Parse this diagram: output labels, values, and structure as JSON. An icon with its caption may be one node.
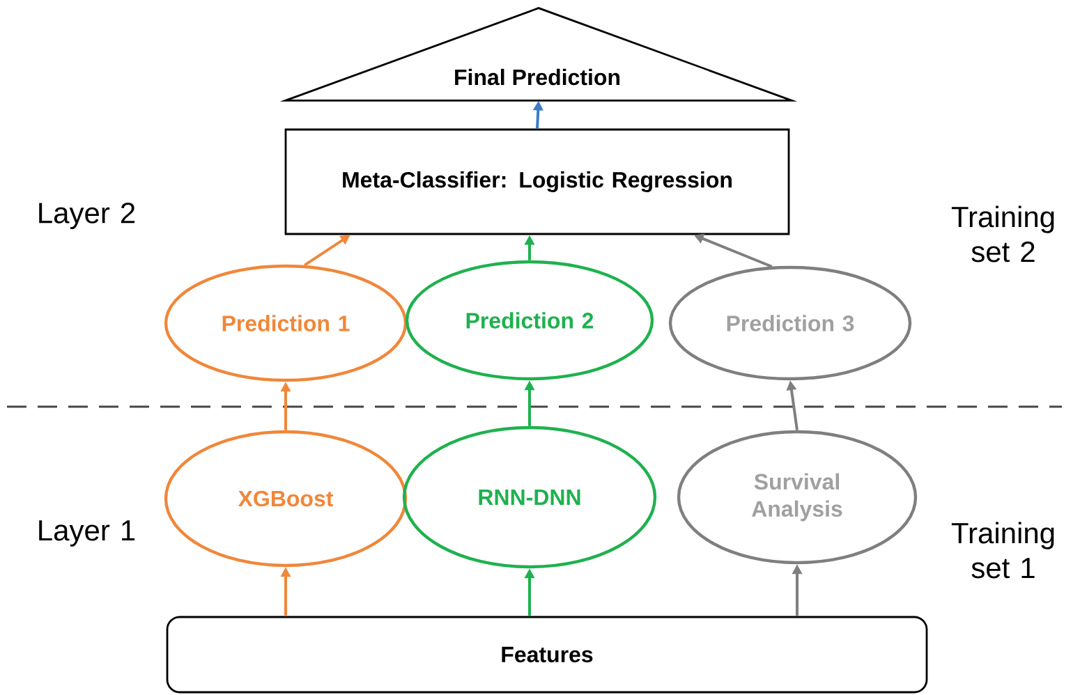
{
  "diagram": {
    "nodes": [
      {
        "text": [
          "Final Prediction"
        ]
      },
      {
        "text": [
          "Meta-Classifier: Logistic Regression"
        ]
      },
      {
        "text": [
          "Prediction 1"
        ]
      },
      {
        "text": [
          "Prediction 2"
        ]
      },
      {
        "text": [
          "Prediction 3"
        ]
      },
      {
        "text": [
          "XGBoost"
        ]
      },
      {
        "text": [
          "RNN-DNN"
        ]
      },
      {
        "text": [
          "Survival Analysis"
        ]
      },
      {
        "text": [
          "Features"
        ]
      }
    ],
    "edges": [
      {
        "from": 8,
        "to": 5,
        "arrow": "to",
        "color": "#f0873a"
      },
      {
        "from": 8,
        "to": 6,
        "arrow": "to",
        "color": "#1fb14f"
      },
      {
        "from": 8,
        "to": 7,
        "arrow": "to",
        "color": "#7f7f7f"
      },
      {
        "from": 5,
        "to": 2,
        "arrow": "to",
        "color": "#f0873a"
      },
      {
        "from": 6,
        "to": 3,
        "arrow": "to",
        "color": "#1fb14f"
      },
      {
        "from": 7,
        "to": 4,
        "arrow": "to",
        "color": "#7f7f7f"
      },
      {
        "from": 2,
        "to": 1,
        "arrow": "to",
        "color": "#f0873a"
      },
      {
        "from": 3,
        "to": 1,
        "arrow": "to",
        "color": "#1fb14f"
      },
      {
        "from": 4,
        "to": 1,
        "arrow": "to",
        "color": "#7f7f7f"
      },
      {
        "from": 1,
        "to": 0,
        "arrow": "to",
        "color": "#3c7cc6"
      }
    ],
    "labels": [
      "Layer 2",
      "Training set 2",
      "Layer 1",
      "Training set 1"
    ]
  }
}
